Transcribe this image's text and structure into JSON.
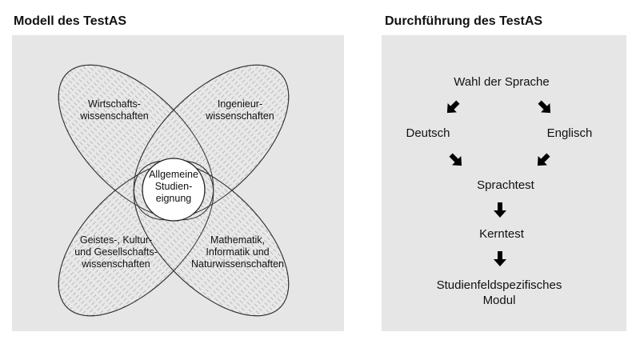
{
  "left": {
    "title": "Modell des TestAS",
    "areas": [
      {
        "lines": [
          "Wirtschafts-",
          "wissenschaften"
        ]
      },
      {
        "lines": [
          "Ingenieur-",
          "wissenschaften"
        ]
      },
      {
        "lines": [
          "Geistes-, Kultur-",
          "und Gesellschafts-",
          "wissenschaften"
        ]
      },
      {
        "lines": [
          "Mathematik,",
          "Informatik und",
          "Naturwissenschaften"
        ]
      }
    ],
    "center": {
      "lines": [
        "Allgemeine",
        "Studien-",
        "eignung"
      ]
    }
  },
  "right": {
    "title": "Durchführung des TestAS",
    "steps": {
      "choose_language": "Wahl der Sprache",
      "german": "Deutsch",
      "english": "Englisch",
      "language_test": "Sprachtest",
      "core_test": "Kerntest",
      "module": [
        "Studienfeldspezifisches",
        "Modul"
      ]
    }
  }
}
